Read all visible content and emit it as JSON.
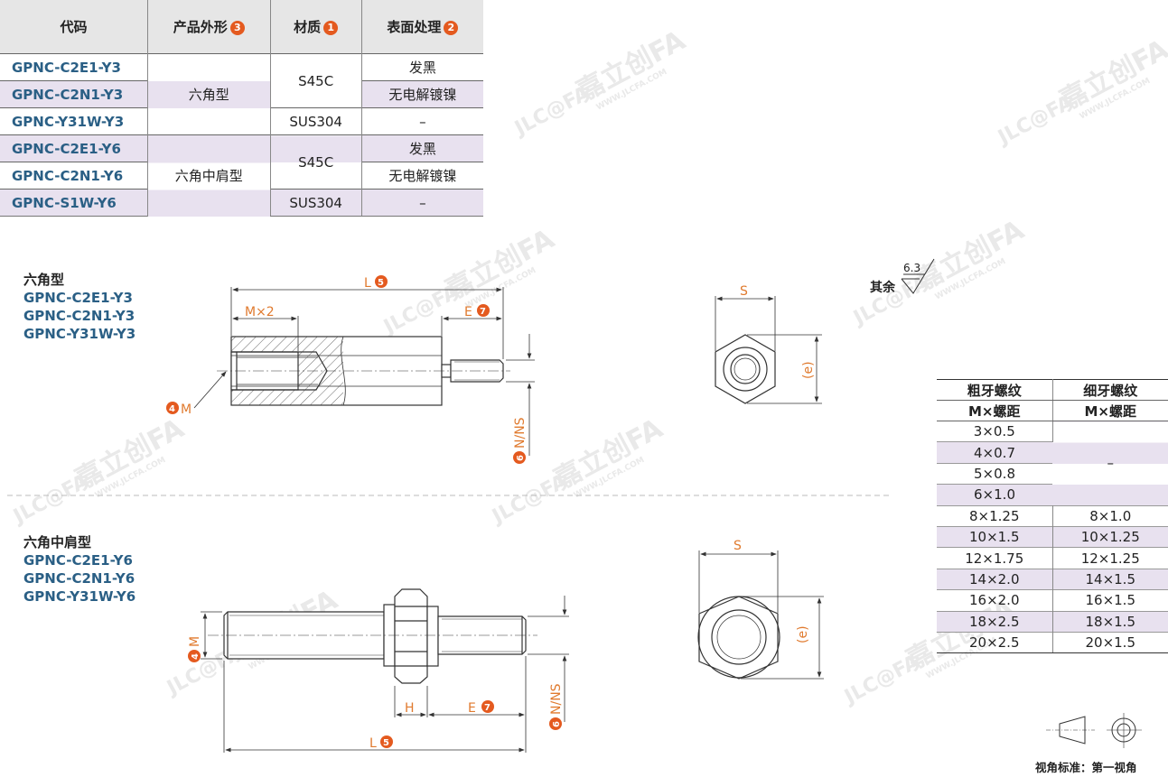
{
  "spec_table": {
    "headers": [
      {
        "text": "代码",
        "badge": ""
      },
      {
        "text": "产品外形",
        "badge": "3"
      },
      {
        "text": "材质",
        "badge": "1"
      },
      {
        "text": "表面处理",
        "badge": "2"
      }
    ],
    "codes": [
      "GPNC-C2E1-Y3",
      "GPNC-C2N1-Y3",
      "GPNC-Y31W-Y3",
      "GPNC-C2E1-Y6",
      "GPNC-C2N1-Y6",
      "GPNC-S1W-Y6"
    ],
    "shape_1": "六角型",
    "shape_2": "六角中肩型",
    "material_s45c": "S45C",
    "material_sus": "SUS304",
    "finish_black": "发黑",
    "finish_nickel": "无电解镀镍",
    "finish_none": "–"
  },
  "diagram_1": {
    "title": "六角型",
    "codes": [
      "GPNC-C2E1-Y3",
      "GPNC-C2N1-Y3",
      "GPNC-Y31W-Y3"
    ],
    "dim_l": "L",
    "dim_l_badge": "5",
    "dim_mx2": "M×2",
    "dim_e": "E",
    "dim_e_badge": "7",
    "dim_m": "M",
    "dim_m_badge": "4",
    "dim_nns": "N/NS",
    "dim_nns_badge": "6",
    "dim_s": "S",
    "dim_e_hex": "(e)"
  },
  "diagram_2": {
    "title": "六角中肩型",
    "codes": [
      "GPNC-C2E1-Y6",
      "GPNC-C2N1-Y6",
      "GPNC-Y31W-Y6"
    ],
    "dim_m": "M",
    "dim_m_badge": "4",
    "dim_h": "H",
    "dim_e": "E",
    "dim_e_badge": "7",
    "dim_l": "L",
    "dim_l_badge": "5",
    "dim_nns": "N/NS",
    "dim_nns_badge": "6",
    "dim_s": "S",
    "dim_e_hex": "(e)"
  },
  "roughness": {
    "label": "其余",
    "value": "6.3"
  },
  "thread_table": {
    "headers": [
      "粗牙螺纹",
      "细牙螺纹"
    ],
    "sub_headers": [
      "M×螺距",
      "M×螺距"
    ],
    "coarse": [
      "3×0.5",
      "4×0.7",
      "5×0.8",
      "6×1.0",
      "8×1.25",
      "10×1.5",
      "12×1.75",
      "14×2.0",
      "16×2.0",
      "18×2.5",
      "20×2.5"
    ],
    "fine_na": "–",
    "fine": [
      "8×1.0",
      "10×1.25",
      "12×1.25",
      "14×1.5",
      "16×1.5",
      "18×1.5",
      "20×1.5"
    ]
  },
  "view_standard": "视角标准：第一视角",
  "watermark": {
    "brand": "JLC@FA",
    "cn": "嘉立创FA",
    "url": "WWW.JLCFA.COM"
  },
  "colors": {
    "accent": "#e45a1f",
    "code_blue": "#2a5f85",
    "dim_orange": "#e07a2e",
    "shade": "#e8e1ef"
  }
}
